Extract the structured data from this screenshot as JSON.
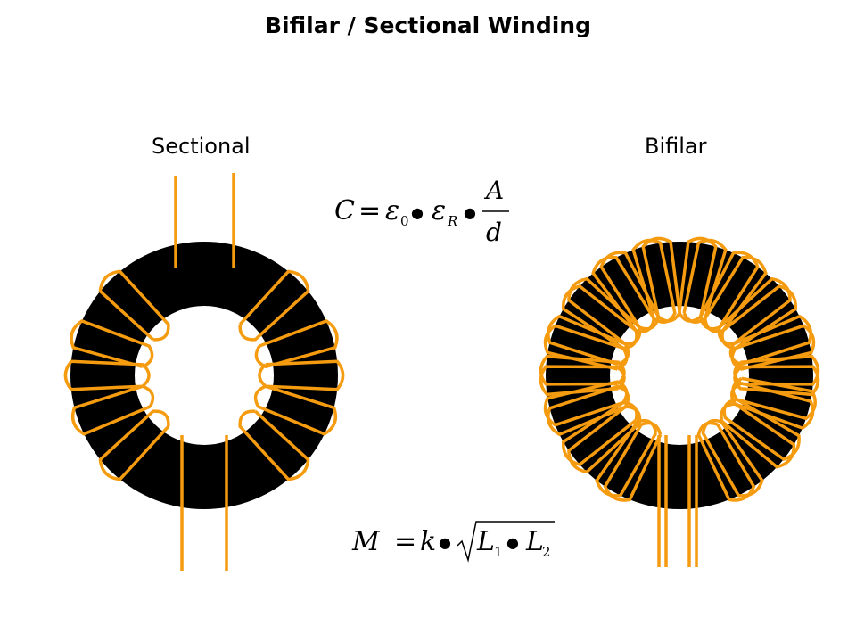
{
  "title": "Bifilar / Sectional Winding",
  "labels": {
    "sectional": "Sectional",
    "bifilar": "Bifilar"
  },
  "formula_capacitance": {
    "C": "C",
    "eq": "=",
    "eps": "ε",
    "sub0": "0",
    "subR": "R",
    "bullet": "●",
    "A": "A",
    "d": "d"
  },
  "formula_mutual": {
    "M": "M",
    "eq": "=",
    "k": "k",
    "bullet": "●",
    "L": "L",
    "sub1": "1",
    "sub2": "2"
  },
  "colors": {
    "core": "#000000",
    "wire": "#f59b0f",
    "background": "#ffffff"
  }
}
